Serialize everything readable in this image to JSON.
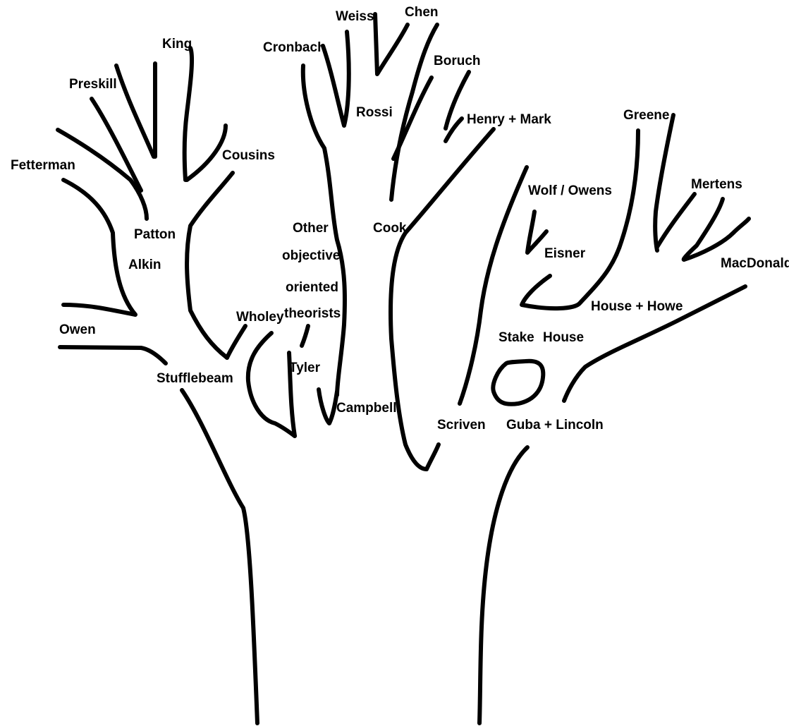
{
  "diagram": {
    "stroke_color": "#000000",
    "background_color": "#ffffff",
    "labels": {
      "weiss": "Weiss",
      "chen": "Chen",
      "king": "King",
      "cronbach": "Cronbach",
      "boruch": "Boruch",
      "preskill": "Preskill",
      "rossi": "Rossi",
      "henry_mark": "Henry + Mark",
      "greene": "Greene",
      "cousins": "Cousins",
      "fetterman": "Fetterman",
      "mertens": "Mertens",
      "wolf_owens": "Wolf / Owens",
      "patton": "Patton",
      "other_1": "Other",
      "cook": "Cook",
      "other_2": "objective",
      "other_3": "oriented",
      "other_4": "theorists",
      "alkin": "Alkin",
      "eisner": "Eisner",
      "macdonald": "MacDonald",
      "house_howe": "House + Howe",
      "wholey": "Wholey",
      "owen": "Owen",
      "stake": "Stake",
      "house": "House",
      "tyler": "Tyler",
      "stufflebeam": "Stufflebeam",
      "campbell": "Campbell",
      "scriven": "Scriven",
      "guba_lincoln": "Guba + Lincoln"
    }
  }
}
